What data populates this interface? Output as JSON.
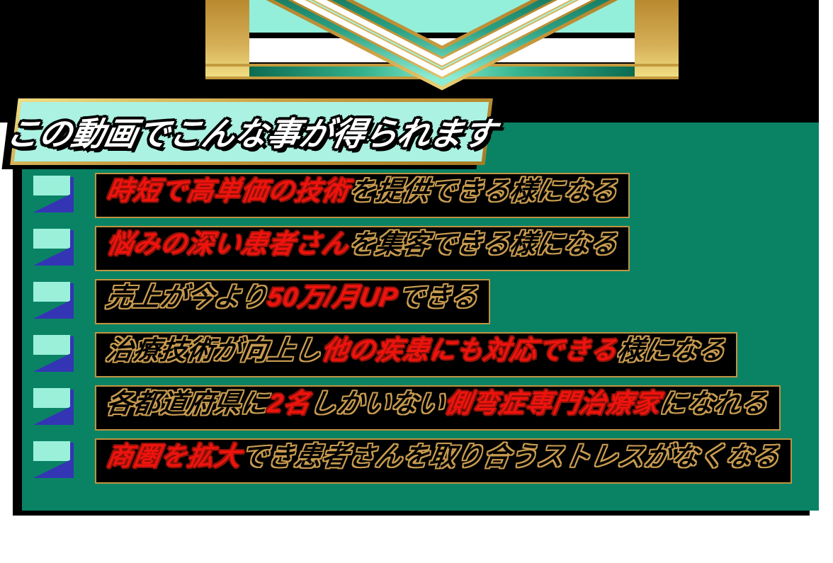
{
  "banner": {
    "title": "この動画でこんな事が得られます"
  },
  "benefits": {
    "items": [
      {
        "segments": [
          {
            "text": "時短で高単価の技術",
            "style": "red"
          },
          {
            "text": "を提供できる様になる",
            "style": "black"
          }
        ]
      },
      {
        "segments": [
          {
            "text": "悩みの深い患者さん",
            "style": "red"
          },
          {
            "text": "を集客できる様になる",
            "style": "black"
          }
        ]
      },
      {
        "segments": [
          {
            "text": "売上が今より",
            "style": "black"
          },
          {
            "text": "50万/月UP",
            "style": "red"
          },
          {
            "text": "できる",
            "style": "black"
          }
        ]
      },
      {
        "segments": [
          {
            "text": "治療技術が向上し",
            "style": "black"
          },
          {
            "text": "他の疾患にも対応できる",
            "style": "red"
          },
          {
            "text": "様になる",
            "style": "black"
          }
        ]
      },
      {
        "segments": [
          {
            "text": "各都道府県に",
            "style": "black"
          },
          {
            "text": "2名",
            "style": "red"
          },
          {
            "text": "しかいない",
            "style": "black"
          },
          {
            "text": "側弯症専門治療家",
            "style": "red"
          },
          {
            "text": "になれる",
            "style": "black"
          }
        ]
      },
      {
        "segments": [
          {
            "text": "商圏を拡大",
            "style": "red"
          },
          {
            "text": "でき患者さんを取り合うストレスがなくなる",
            "style": "black"
          }
        ]
      }
    ]
  },
  "icons": {
    "bullet": "folded-square-icon",
    "decoration": "double-chevron-down-icon"
  },
  "colors": {
    "panel_teal": "#0a8365",
    "mint": "#abf2e2",
    "gold": "#c49a3f",
    "emphasis_red": "#ee130e",
    "outline_tan": "#c99c50",
    "bullet_blue": "#3335b4",
    "bar_black": "#000000",
    "page_background": "#ffffff"
  }
}
